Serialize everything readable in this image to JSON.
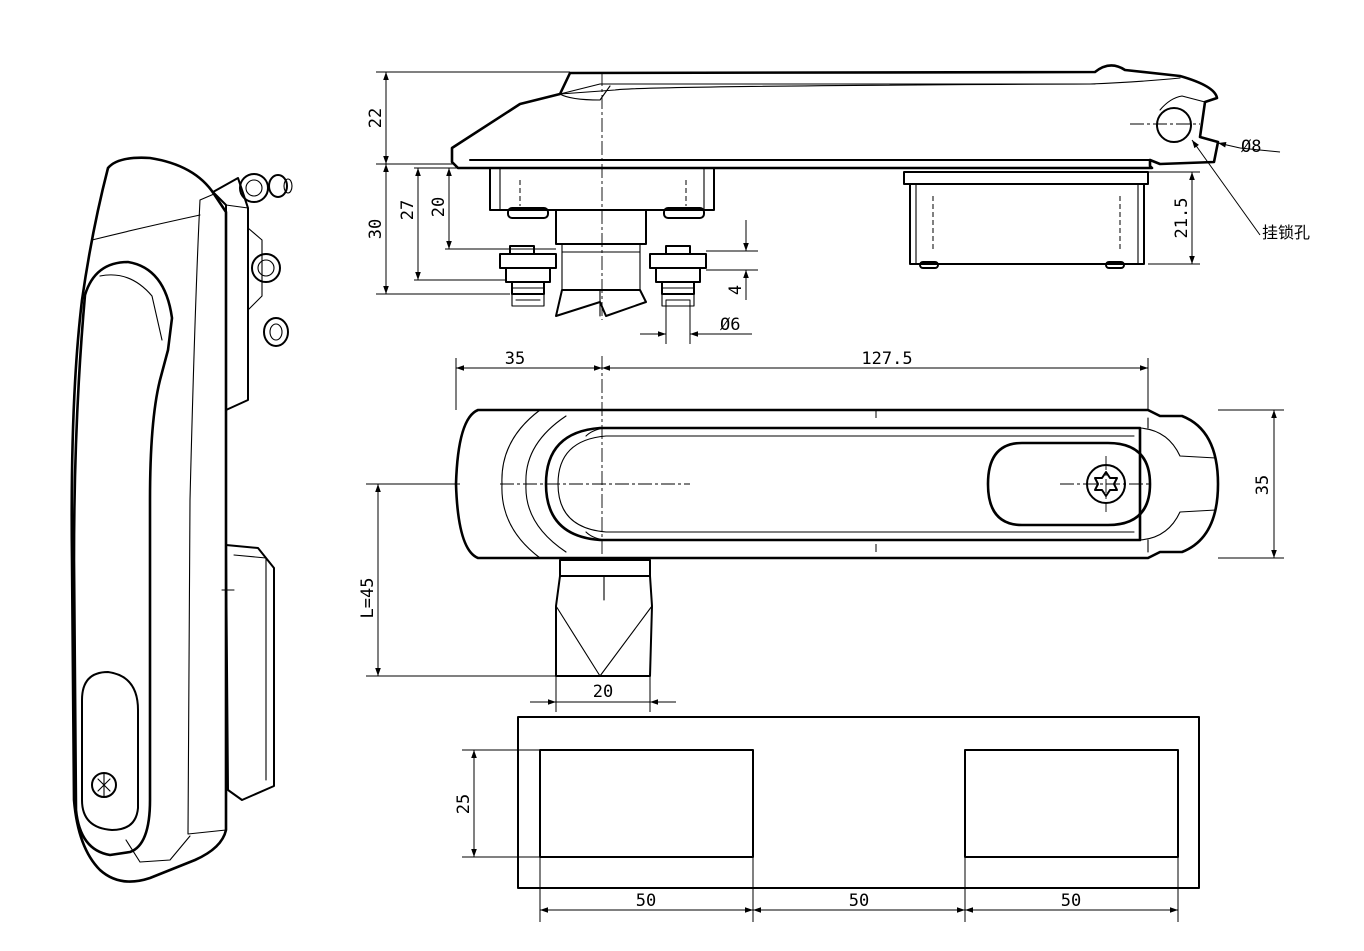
{
  "dimensions": {
    "side_view": {
      "handle_height": "22",
      "body_depth": "30",
      "flange_depth": "27",
      "mount_depth": "20",
      "padlock_hole_dia": "Ø8",
      "padlock_label": "挂锁孔",
      "padlock_block_depth": "21.5",
      "clamp_thickness": "4",
      "screw_dia": "Ø6"
    },
    "front_view": {
      "offset_left": "35",
      "handle_span": "127.5",
      "handle_width": "35",
      "shaft_length": "L=45",
      "shaft_width": "20"
    },
    "cutout": {
      "height": "25",
      "width_left": "50",
      "spacing": "50",
      "width_right": "50"
    }
  }
}
